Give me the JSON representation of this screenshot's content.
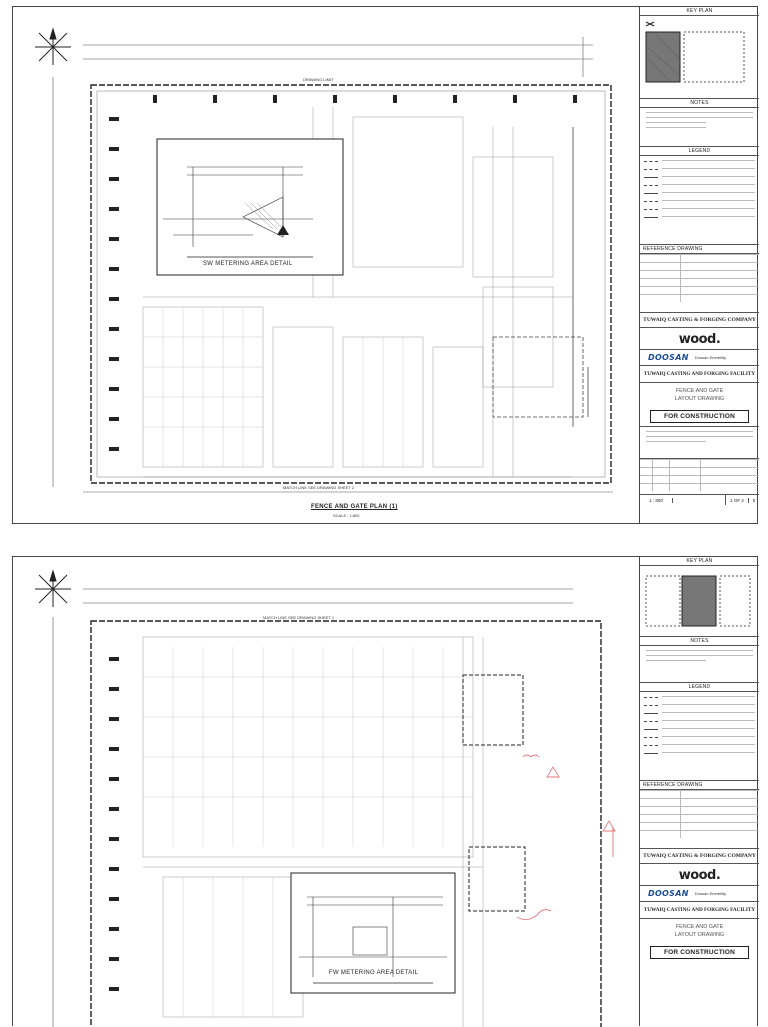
{
  "sheets": [
    {
      "id": "sheet-1",
      "detail_title": "SW METERING AREA DETAIL",
      "plan_title": "FENCE AND GATE PLAN (1)",
      "plan_scale": "SCALE : 1:800",
      "matchline_top": "DRAWING LIMIT",
      "matchline_bottom": "MATCH LINE SEE DRAWING SHEET 2",
      "scale_cell": "1 : 800",
      "sheet_cell": "1 OF 2",
      "rev_cell": "0"
    },
    {
      "id": "sheet-2",
      "detail_title": "FW METERING AREA DETAIL",
      "matchline_top": "MATCH LINE SEE DRAWING SHEET 1"
    }
  ],
  "title_block": {
    "key_plan": "KEY PLAN",
    "notes": "NOTES",
    "legend": "LEGEND",
    "reference_drawing": "REFERENCE DRAWING",
    "owner": "TUWAIQ CASTING & FORGING COMPANY",
    "consultant_logo": "wood.",
    "contractor_logo": "DOOSAN",
    "contractor_sub": "Doosan Enerbility",
    "project": "TUWAIQ CASTING AND FORGING FACILITY",
    "title_line1": "FENCE AND GATE",
    "title_line2": "LAYOUT DRAWING",
    "status": "FOR CONSTRUCTION"
  },
  "colors": {
    "linework": "#888888",
    "heavy_line": "#222222",
    "revision_cloud": "#e05050",
    "brand_doosan": "#1c4fa0"
  }
}
